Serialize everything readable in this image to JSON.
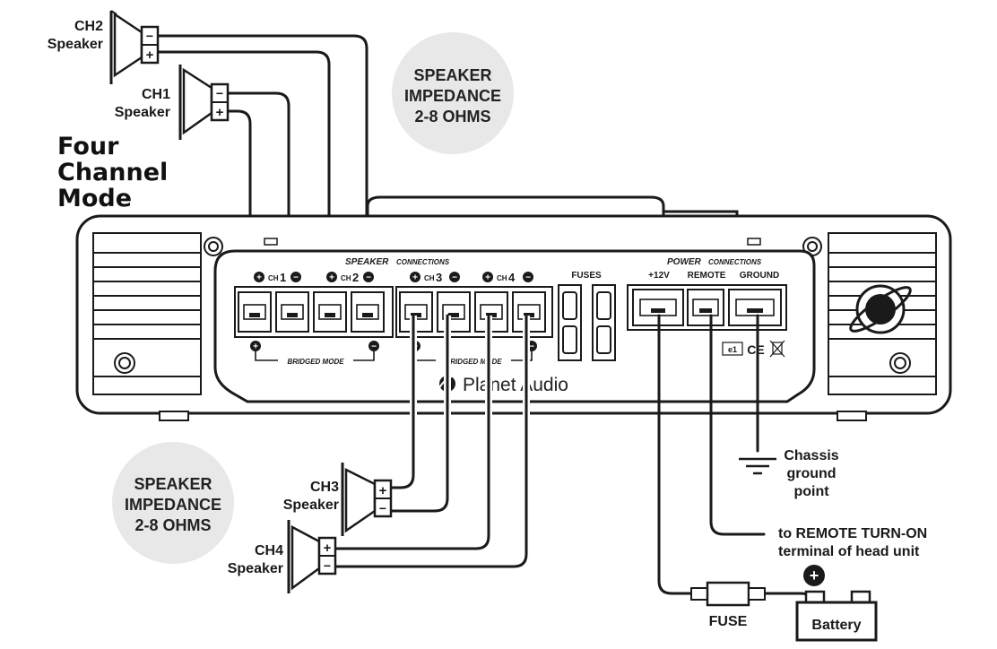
{
  "title": [
    "Four",
    "Channel",
    "Mode"
  ],
  "impedance_top": [
    "SPEAKER",
    "IMPEDANCE",
    "2-8 OHMS"
  ],
  "impedance_bottom": [
    "SPEAKER",
    "IMPEDANCE",
    "2-8 OHMS"
  ],
  "speakers": {
    "ch1": [
      "CH1",
      "Speaker"
    ],
    "ch2": [
      "CH2",
      "Speaker"
    ],
    "ch3": [
      "CH3",
      "Speaker"
    ],
    "ch4": [
      "CH4",
      "Speaker"
    ]
  },
  "amp": {
    "speaker_connections": {
      "title": "SPEAKER",
      "sub": "CONNECTIONS"
    },
    "channels": [
      {
        "plus": "+",
        "ch": "CH",
        "num": "1",
        "minus": "−"
      },
      {
        "plus": "+",
        "ch": "CH",
        "num": "2",
        "minus": "−"
      },
      {
        "plus": "+",
        "ch": "CH",
        "num": "3",
        "minus": "−"
      },
      {
        "plus": "+",
        "ch": "CH",
        "num": "4",
        "minus": "−"
      }
    ],
    "bridged_mode": "BRIDGED MODE",
    "fuses": "FUSES",
    "power_connections": {
      "title": "POWER",
      "sub": "CONNECTIONS"
    },
    "power_terminals": [
      "+12V",
      "REMOTE",
      "GROUND"
    ],
    "brand": "Planet Audio",
    "marks": {
      "e": "e1",
      "ce": "CE"
    }
  },
  "chassis_ground": [
    "Chassis",
    "ground",
    "point"
  ],
  "remote_turnon": [
    "to REMOTE TURN-ON",
    "terminal of head unit"
  ],
  "fuse": "FUSE",
  "battery": "Battery",
  "battery_plus": "+",
  "speaker_polarity": {
    "plus": "+",
    "minus": "−"
  }
}
